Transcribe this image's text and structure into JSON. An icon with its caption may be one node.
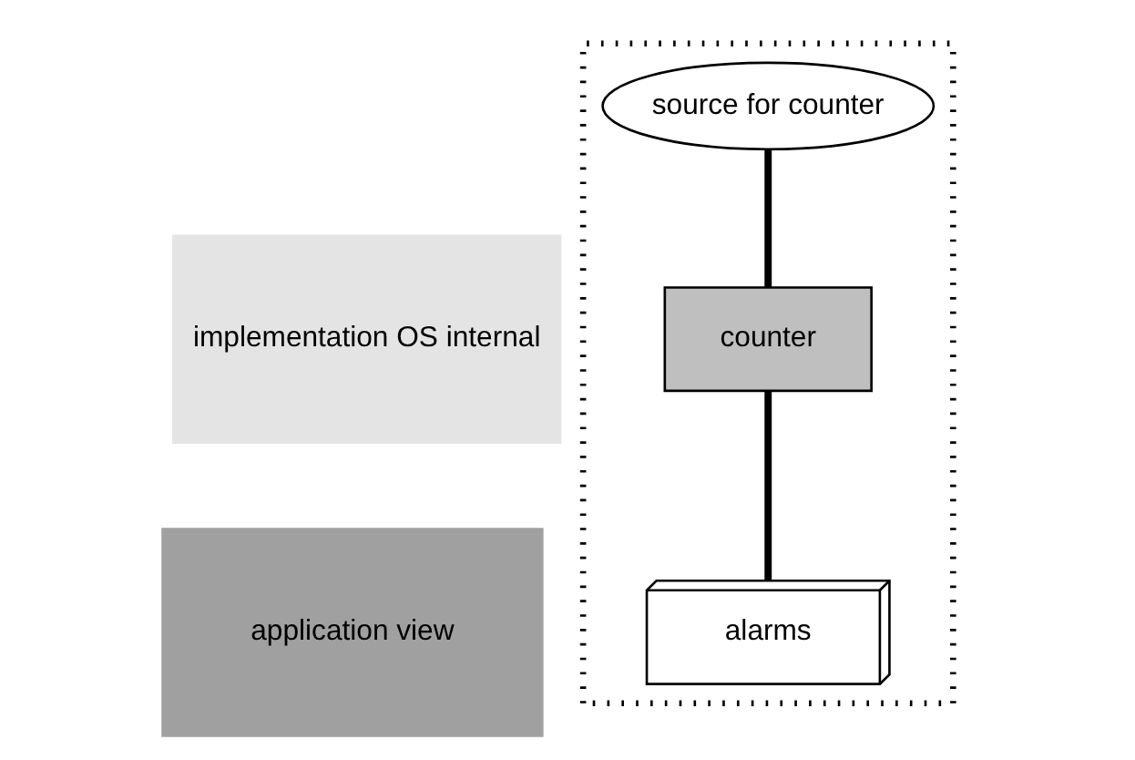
{
  "diagram": {
    "nodes": [
      {
        "text": [
          "implementation OS internal"
        ]
      },
      {
        "text": [
          "application view"
        ]
      },
      {
        "text": [],
        "shape": "box"
      },
      {
        "text": [
          "source for counter"
        ],
        "in": 2
      },
      {
        "text": [
          "counter"
        ],
        "in": 2
      },
      {
        "text": [
          "alarms"
        ],
        "in": 2
      }
    ],
    "edges": [
      {
        "from": 3,
        "to": 4,
        "arrow": "none"
      },
      {
        "from": 4,
        "to": 5,
        "arrow": "none"
      }
    ]
  }
}
